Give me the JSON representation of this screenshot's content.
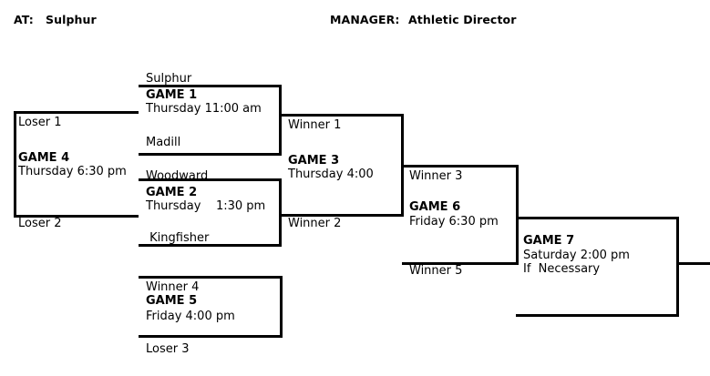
{
  "header": {
    "at_label": "AT:",
    "at_value": "Sulphur",
    "manager_label": "MANAGER:",
    "manager_value": "Athletic Director"
  },
  "colors": {
    "line": "#000000",
    "text": "#000000",
    "background": "#ffffff"
  },
  "games": [
    {
      "id": "game-1",
      "title": "GAME 1",
      "when": "Thursday 11:00 am",
      "note": "",
      "top_seed": "Sulphur",
      "bottom_seed": "Madill"
    },
    {
      "id": "game-2",
      "title": "GAME 2",
      "when": "Thursday    1:30 pm",
      "note": "",
      "top_seed": "Woodward",
      "bottom_seed": " Kingfisher"
    },
    {
      "id": "game-3",
      "title": "GAME 3",
      "when": "Thursday 4:00",
      "note": "",
      "top_seed": "Winner 1",
      "bottom_seed": "Winner 2"
    },
    {
      "id": "game-4",
      "title": "GAME 4",
      "when": "Thursday 6:30 pm",
      "note": "",
      "top_seed": "Loser 1",
      "bottom_seed": "Loser 2"
    },
    {
      "id": "game-5",
      "title": "GAME 5",
      "when": "Friday 4:00 pm",
      "note": "",
      "top_seed": "Winner 4",
      "bottom_seed": "Loser 3"
    },
    {
      "id": "game-6",
      "title": "GAME 6",
      "when": "Friday 6:30 pm",
      "note": "",
      "top_seed": "Winner 3",
      "bottom_seed": "Winner 5"
    },
    {
      "id": "game-7",
      "title": "GAME 7",
      "when": "Saturday 2:00 pm",
      "note": "If  Necessary",
      "top_seed": "",
      "bottom_seed": ""
    }
  ]
}
